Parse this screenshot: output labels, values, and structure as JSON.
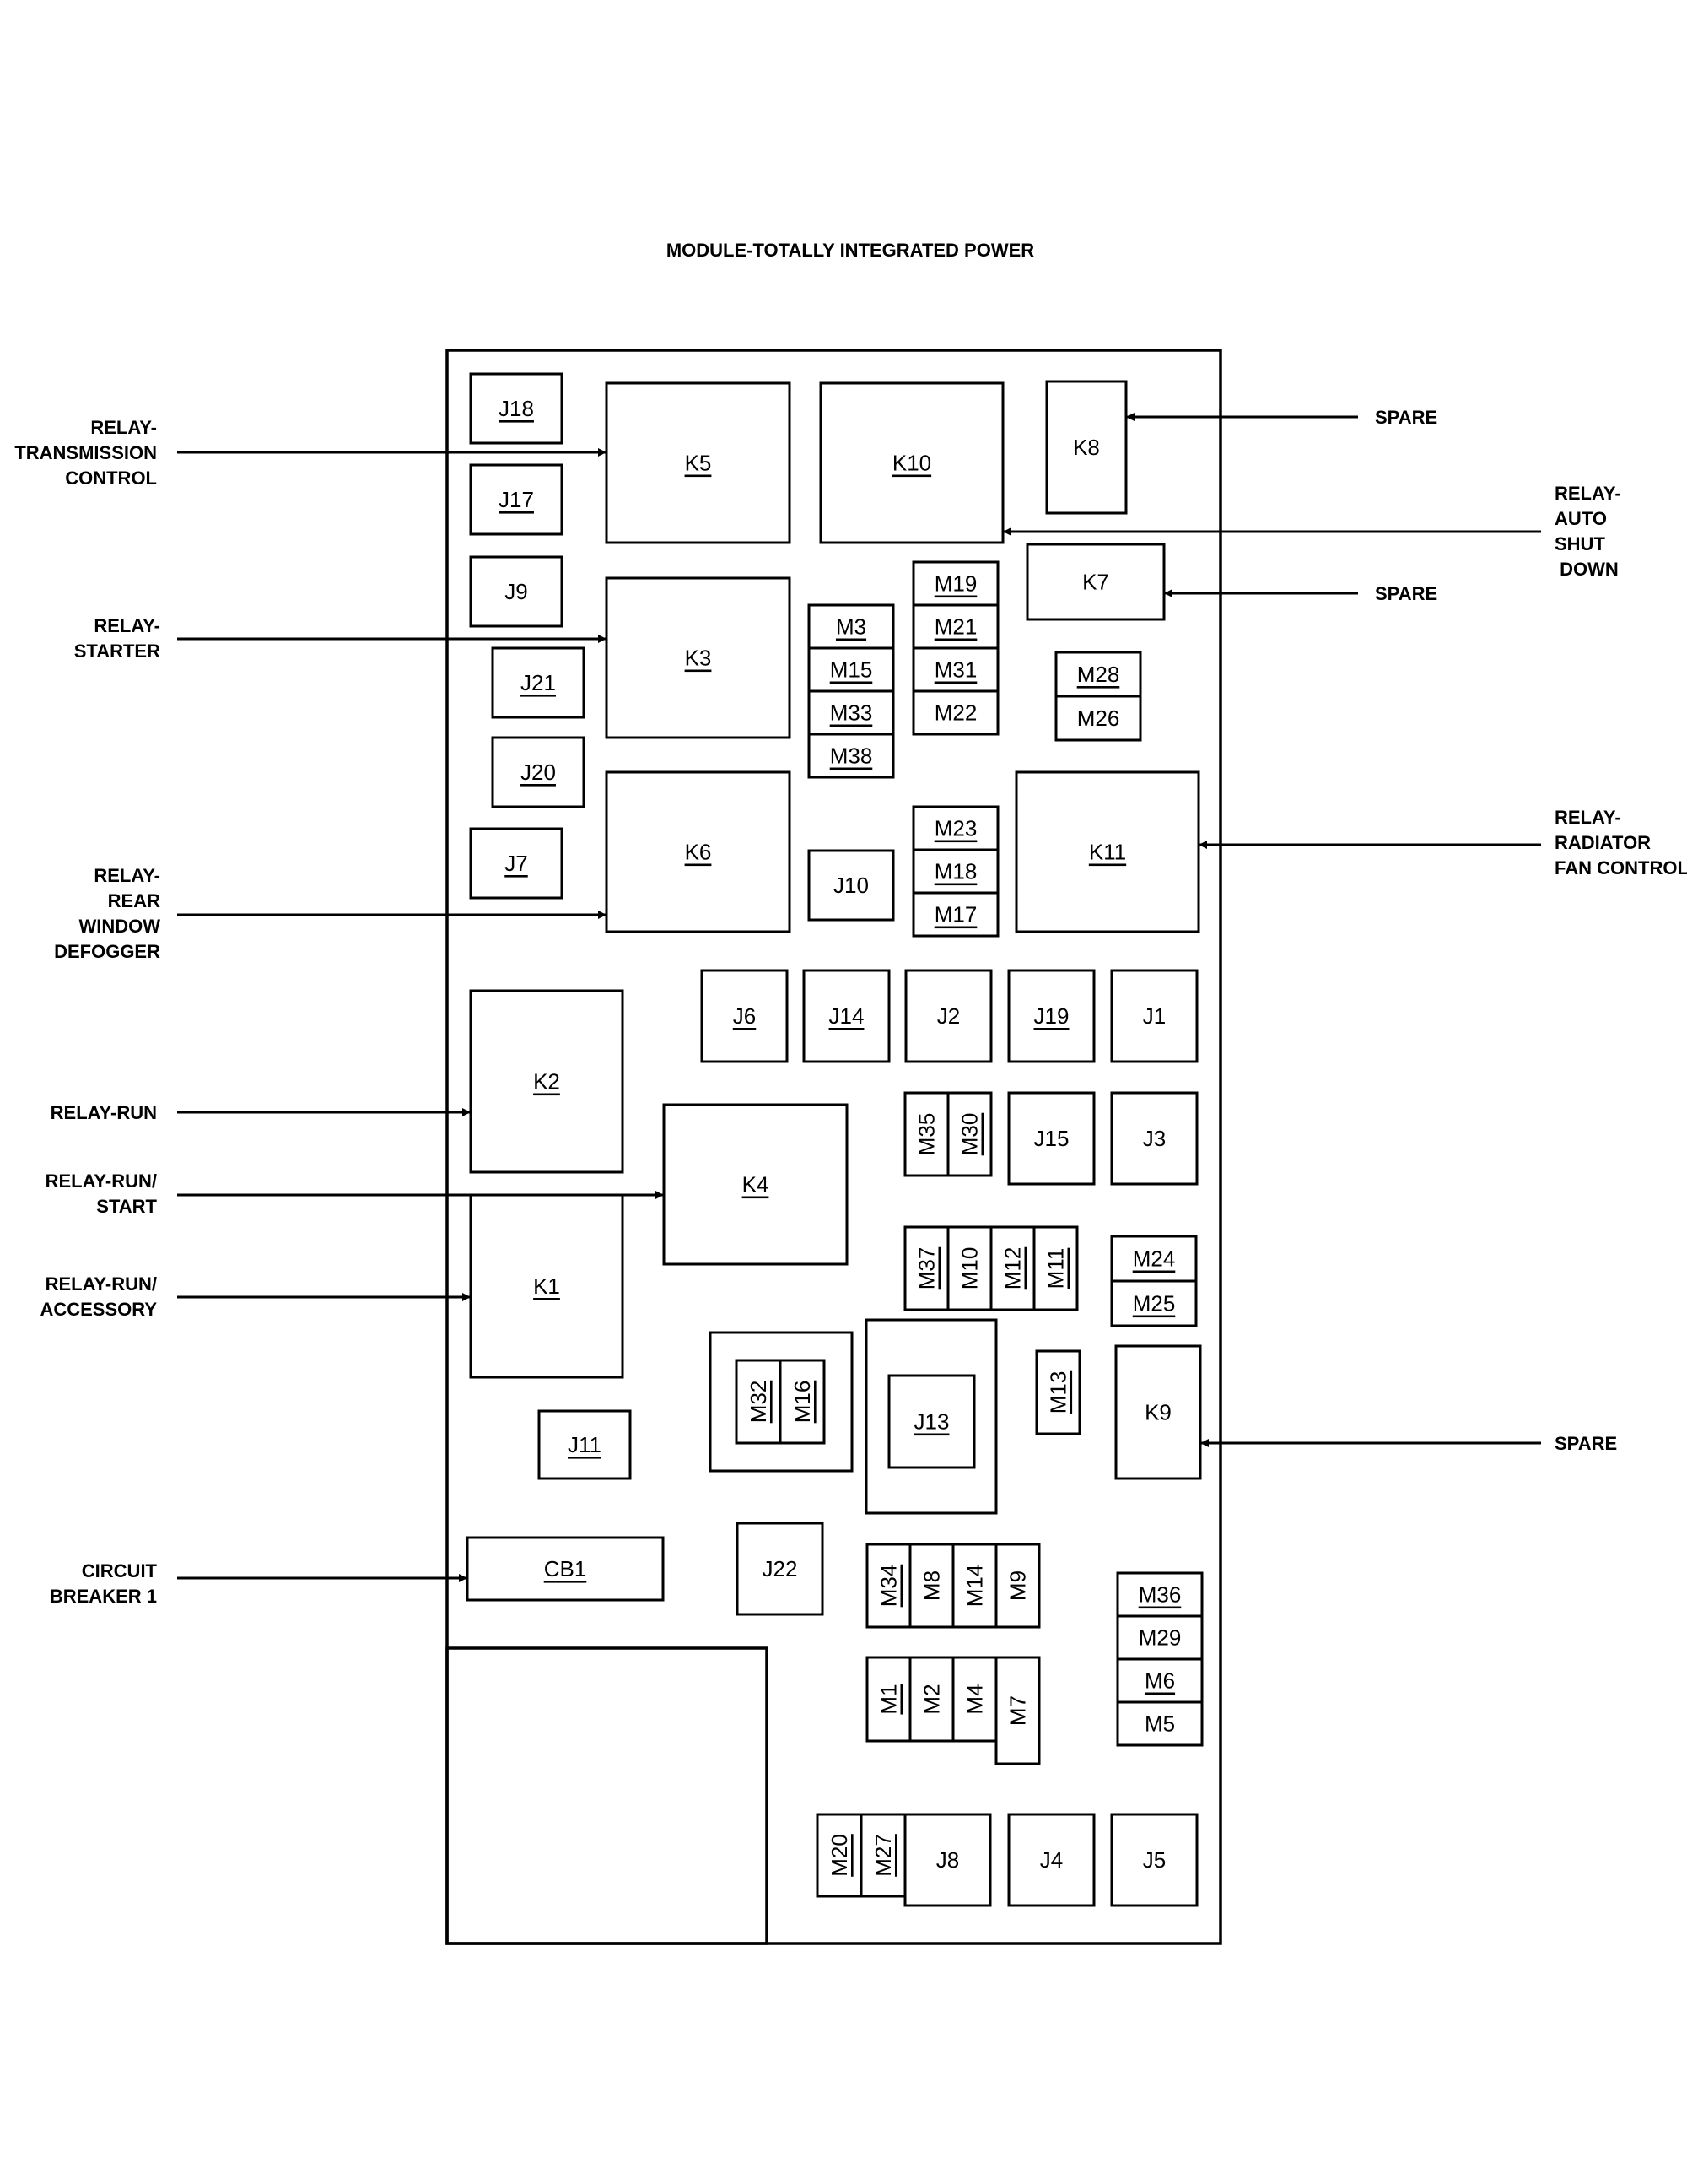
{
  "title": "MODULE-TOTALLY INTEGRATED POWER",
  "callouts": {
    "relay_transmission_control": [
      "RELAY-",
      "TRANSMISSION",
      "CONTROL"
    ],
    "relay_starter": [
      "RELAY-",
      "STARTER"
    ],
    "relay_rear_window_defogger": [
      "RELAY-",
      "REAR",
      "WINDOW",
      "DEFOGGER"
    ],
    "relay_run": [
      "RELAY-RUN"
    ],
    "relay_run_start": [
      "RELAY-RUN/",
      "START"
    ],
    "relay_run_accessory": [
      "RELAY-RUN/",
      "ACCESSORY"
    ],
    "circuit_breaker_1": [
      "CIRCUIT",
      "BREAKER 1"
    ],
    "spare_k8": [
      "SPARE"
    ],
    "relay_auto_shut_down": [
      "RELAY-",
      "AUTO",
      "SHUT",
      " DOWN"
    ],
    "spare_k7": [
      "SPARE"
    ],
    "relay_radiator_fan_control": [
      "RELAY-",
      "RADIATOR",
      "FAN CONTROL"
    ],
    "spare_k9": [
      "SPARE"
    ]
  },
  "components": {
    "J18": {
      "label": "J18",
      "underline": true
    },
    "J17": {
      "label": "J17",
      "underline": true
    },
    "J9": {
      "label": "J9",
      "underline": false
    },
    "J21": {
      "label": "J21",
      "underline": true
    },
    "J20": {
      "label": "J20",
      "underline": true
    },
    "J7": {
      "label": "J7",
      "underline": true
    },
    "K5": {
      "label": "K5",
      "underline": true
    },
    "K10": {
      "label": "K10",
      "underline": true
    },
    "K8": {
      "label": "K8",
      "underline": false
    },
    "K7": {
      "label": "K7",
      "underline": false
    },
    "K3": {
      "label": "K3",
      "underline": true
    },
    "K6": {
      "label": "K6",
      "underline": true
    },
    "K11": {
      "label": "K11",
      "underline": true
    },
    "M19": {
      "label": "M19",
      "underline": true
    },
    "M21": {
      "label": "M21",
      "underline": true
    },
    "M31": {
      "label": "M31",
      "underline": true
    },
    "M22": {
      "label": "M22",
      "underline": false
    },
    "M3": {
      "label": "M3",
      "underline": true
    },
    "M15": {
      "label": "M15",
      "underline": true
    },
    "M33": {
      "label": "M33",
      "underline": true
    },
    "M38": {
      "label": "M38",
      "underline": true
    },
    "M28": {
      "label": "M28",
      "underline": true
    },
    "M26": {
      "label": "M26",
      "underline": false
    },
    "J10": {
      "label": "J10",
      "underline": false
    },
    "M23": {
      "label": "M23",
      "underline": true
    },
    "M18": {
      "label": "M18",
      "underline": true
    },
    "M17": {
      "label": "M17",
      "underline": true
    },
    "J6": {
      "label": "J6",
      "underline": true
    },
    "J14": {
      "label": "J14",
      "underline": true
    },
    "J2": {
      "label": "J2",
      "underline": false
    },
    "J19": {
      "label": "J19",
      "underline": true
    },
    "J1": {
      "label": "J1",
      "underline": false
    },
    "K2": {
      "label": "K2",
      "underline": true
    },
    "K4": {
      "label": "K4",
      "underline": true
    },
    "K1": {
      "label": "K1",
      "underline": true
    },
    "M35": {
      "label": "M35",
      "underline": false
    },
    "M30": {
      "label": "M30",
      "underline": true
    },
    "J15": {
      "label": "J15",
      "underline": false
    },
    "J3": {
      "label": "J3",
      "underline": false
    },
    "M37": {
      "label": "M37",
      "underline": true
    },
    "M10": {
      "label": "M10",
      "underline": false
    },
    "M12": {
      "label": "M12",
      "underline": true
    },
    "M11": {
      "label": "M11",
      "underline": true
    },
    "M24": {
      "label": "M24",
      "underline": true
    },
    "M25": {
      "label": "M25",
      "underline": true
    },
    "M32": {
      "label": "M32",
      "underline": true
    },
    "M16": {
      "label": "M16",
      "underline": true
    },
    "J13": {
      "label": "J13",
      "underline": true
    },
    "M13": {
      "label": "M13",
      "underline": true
    },
    "K9": {
      "label": "K9",
      "underline": false
    },
    "J11": {
      "label": "J11",
      "underline": true
    },
    "CB1": {
      "label": "CB1",
      "underline": true
    },
    "J22": {
      "label": "J22",
      "underline": false
    },
    "M34": {
      "label": "M34",
      "underline": true
    },
    "M8": {
      "label": "M8",
      "underline": false
    },
    "M14": {
      "label": "M14",
      "underline": false
    },
    "M9": {
      "label": "M9",
      "underline": false
    },
    "M36": {
      "label": "M36",
      "underline": true
    },
    "M29": {
      "label": "M29",
      "underline": false
    },
    "M6": {
      "label": "M6",
      "underline": true
    },
    "M5": {
      "label": "M5",
      "underline": false
    },
    "M1": {
      "label": "M1",
      "underline": true
    },
    "M2": {
      "label": "M2",
      "underline": false
    },
    "M4": {
      "label": "M4",
      "underline": false
    },
    "M7": {
      "label": "M7",
      "underline": false
    },
    "M20": {
      "label": "M20",
      "underline": true
    },
    "M27": {
      "label": "M27",
      "underline": true
    },
    "J8": {
      "label": "J8",
      "underline": false
    },
    "J4": {
      "label": "J4",
      "underline": false
    },
    "J5": {
      "label": "J5",
      "underline": false
    }
  }
}
